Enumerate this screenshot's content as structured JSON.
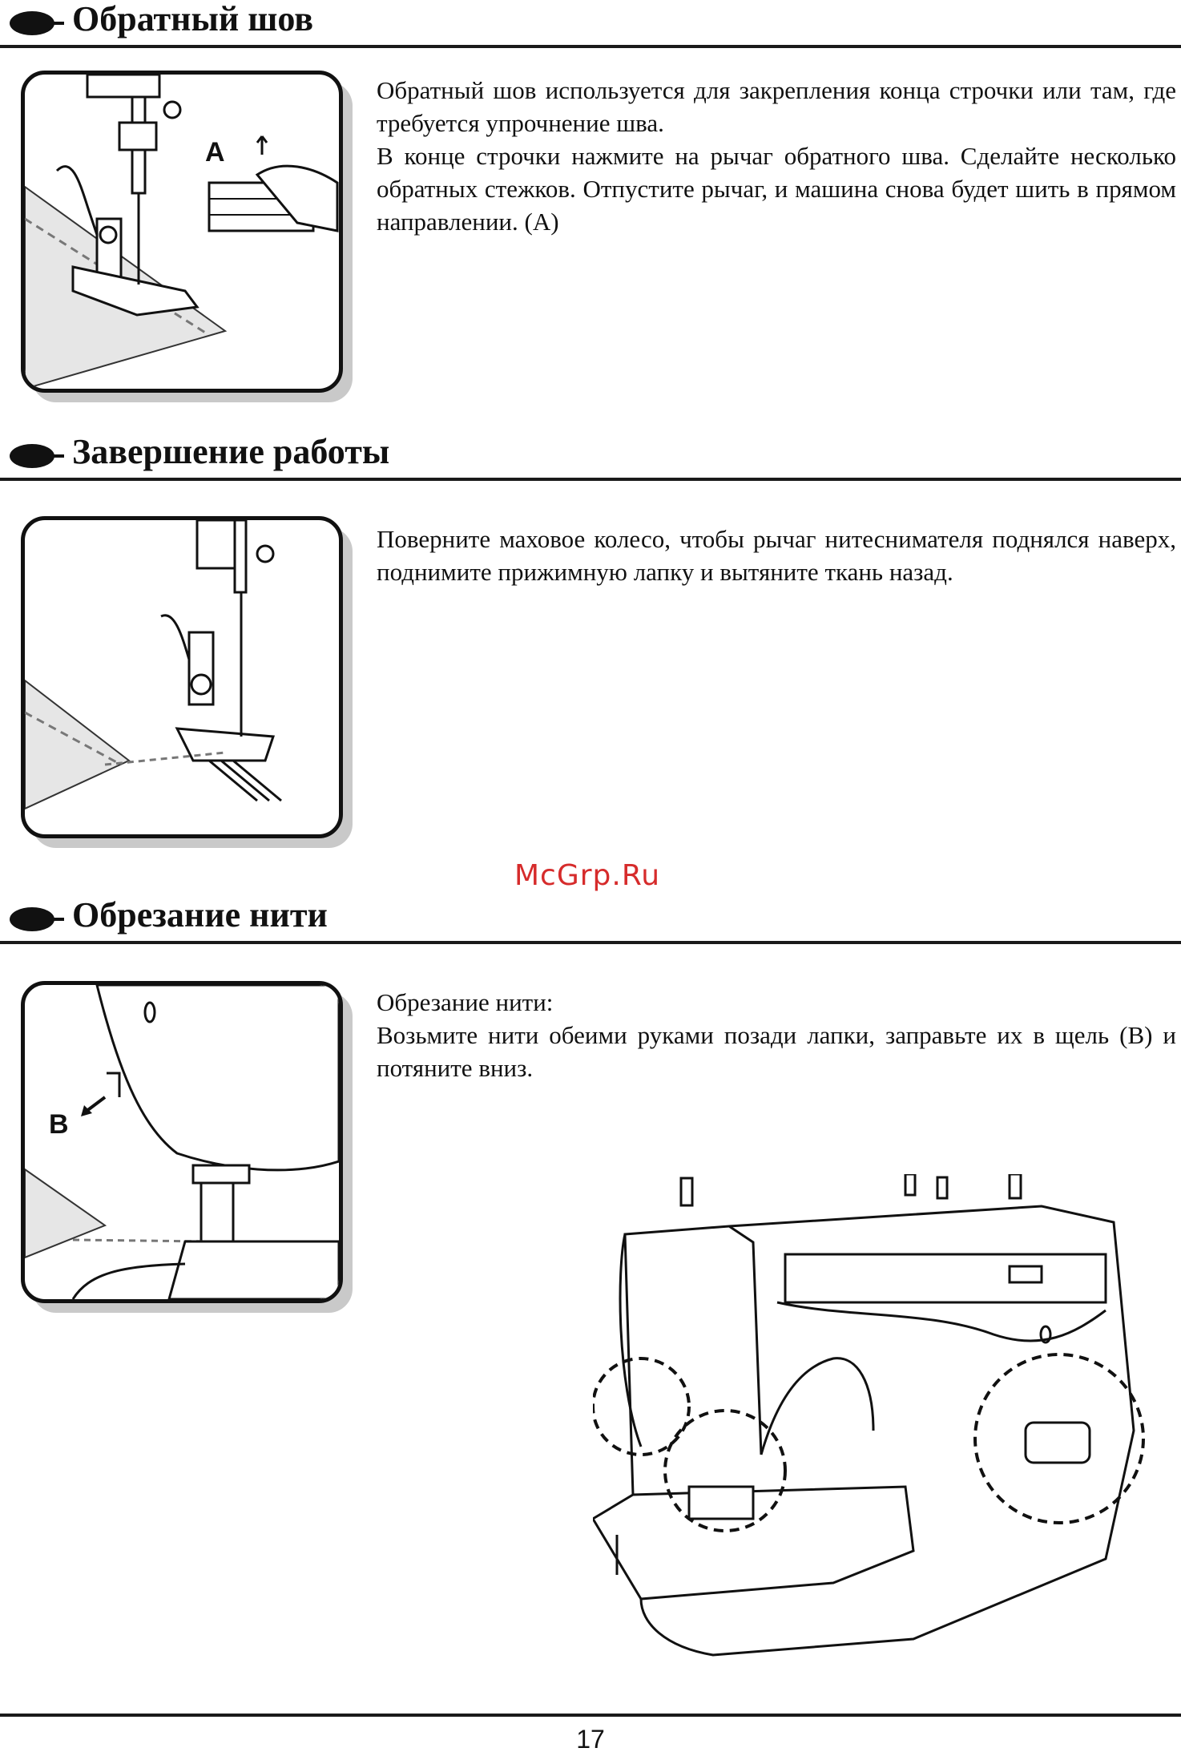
{
  "sections": [
    {
      "title": "Обратный шов",
      "paragraphs": [
        "Обратный шов используется для закрепления конца строчки или там, где требуется упрочнение шва.",
        "В конце строчки нажмите на рычаг обратного шва. Сделайте несколько обратных стежков. Отпустите рычаг, и машина снова будет шить в прямом направлении. (A)"
      ],
      "figure_label": "A",
      "figure_icon": "reverse-stitch-illustration-icon"
    },
    {
      "title": "Завершение работы",
      "paragraphs": [
        "Поверните маховое колесо, чтобы рычаг нитеснимателя поднялся наверх, поднимите прижимную лапку и вытяните ткань назад."
      ],
      "figure_icon": "finishing-sewing-illustration-icon"
    },
    {
      "title": "Обрезание нити",
      "paragraphs": [
        "Обрезание нити:",
        "Возьмите нити обеими руками позади лапки, заправьте их в щель (B) и потяните вниз."
      ],
      "figure_label": "B",
      "figure_icon": "thread-cutter-illustration-icon"
    }
  ],
  "watermark": "McGrp.Ru",
  "machine_icon": "sewing-machine-illustration-icon",
  "page_number": "17",
  "colors": {
    "text": "#111111",
    "rule": "#1a1a1a",
    "watermark": "#d62b2b",
    "panel_shadow": "#c9c9c9"
  }
}
